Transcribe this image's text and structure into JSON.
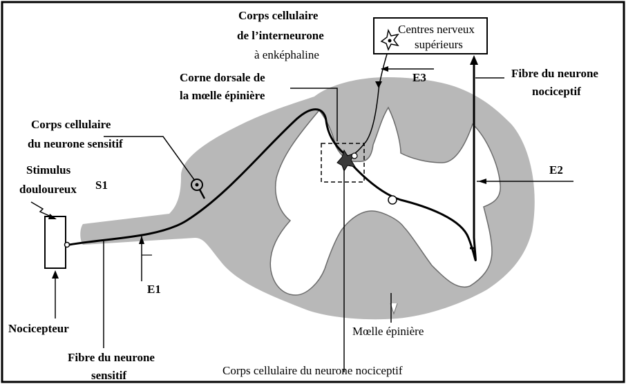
{
  "labels": {
    "corps_interneurone_line1": "Corps cellulaire",
    "corps_interneurone_line2": "de l’interneurone",
    "corps_interneurone_line3": "à enképhaline",
    "centres_line1": "Centres nerveux",
    "centres_line2": "supérieurs",
    "corne_line1": "Corne dorsale de",
    "corne_line2": "la mœlle épinière",
    "fibre_nociceptif_line1": "Fibre du neurone",
    "fibre_nociceptif_line2": "nociceptif",
    "corps_sensitif_line1": "Corps cellulaire",
    "corps_sensitif_line2": "du neurone sensitif",
    "stimulus_line1": "Stimulus",
    "stimulus_line2": "douloureux",
    "nocicepteur": "Nocicepteur",
    "fibre_sensitif_line1": "Fibre du neurone",
    "fibre_sensitif_line2": "sensitif",
    "corps_nociceptif": "Corps cellulaire du neurone nociceptif",
    "moelle": "Mœlle épinière"
  },
  "markers": {
    "s1": "S1",
    "e1": "E1",
    "e2": "E2",
    "e3": "E3"
  },
  "colors": {
    "spinal_cord": "#b8b8b8",
    "gray_matter": "#ffffff",
    "nociceptive_soma": "#3a3a3a"
  }
}
